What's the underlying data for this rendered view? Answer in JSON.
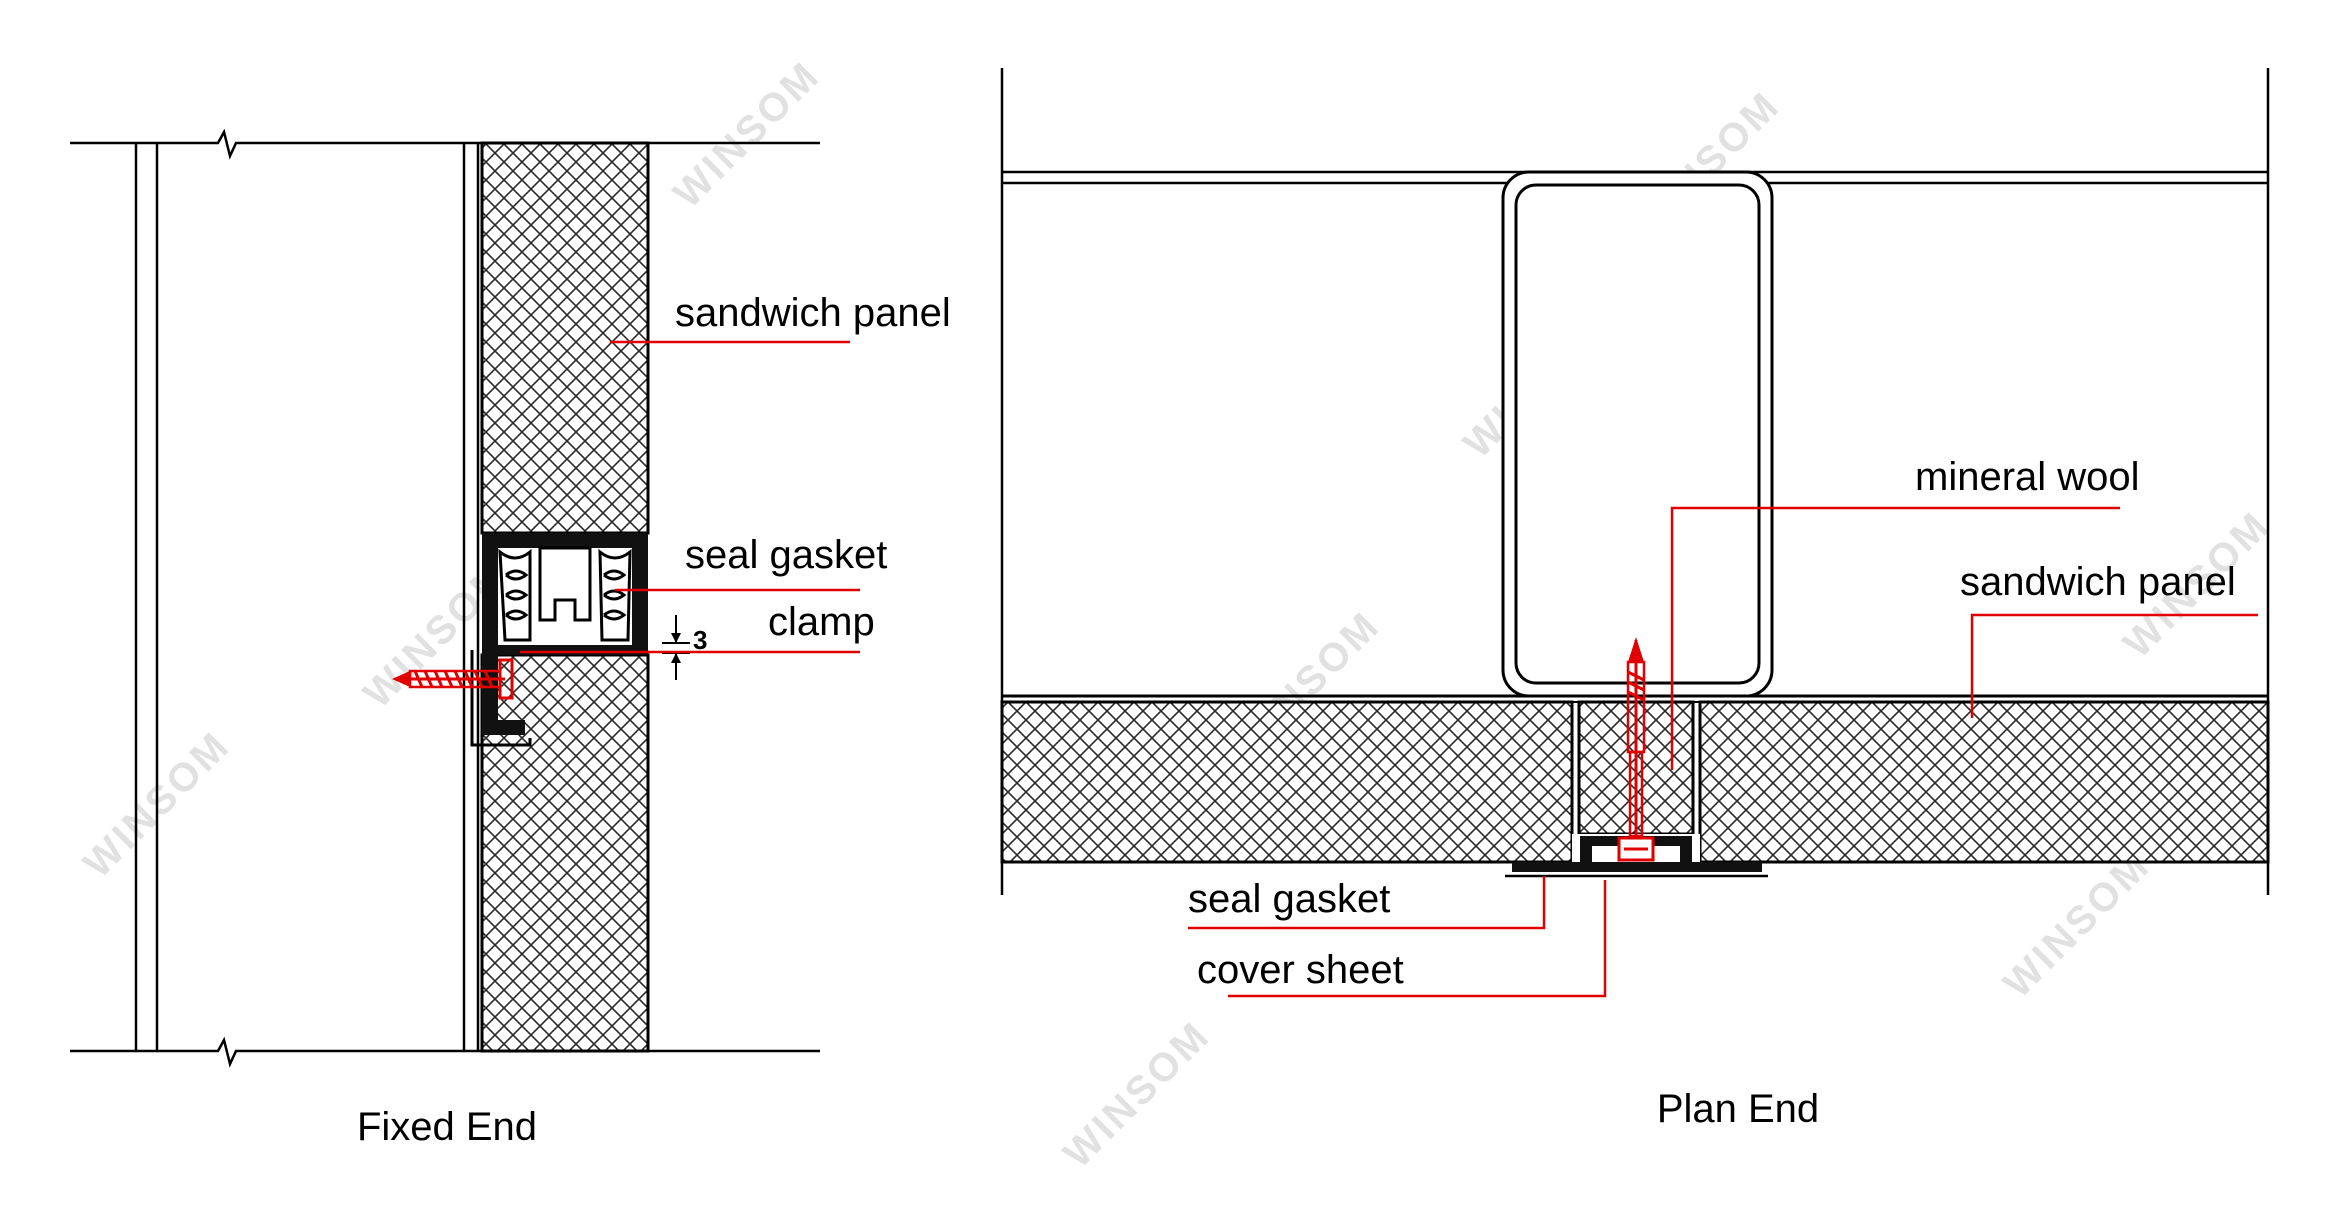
{
  "watermark": "WINSOM",
  "fixed_end": {
    "caption": "Fixed End",
    "labels": {
      "sandwich_panel": "sandwich panel",
      "seal_gasket": "seal gasket",
      "clamp": "clamp"
    },
    "dimension": "3"
  },
  "plan_end": {
    "caption": "Plan End",
    "labels": {
      "mineral_wool": "mineral wool",
      "sandwich_panel": "sandwich panel",
      "seal_gasket": "seal gasket",
      "cover_sheet": "cover sheet"
    }
  },
  "colors": {
    "leader": "#e00000",
    "line": "#000000",
    "watermark": "#bdbdbd"
  }
}
